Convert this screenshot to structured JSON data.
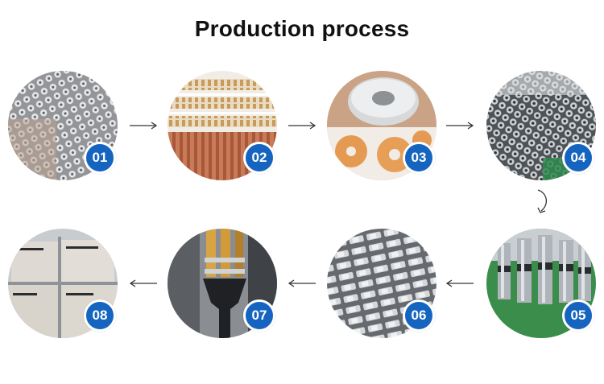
{
  "title": "Production process",
  "accent_color": "#1565c0",
  "steps": [
    {
      "number": "01",
      "photo": "machined-rods-pile"
    },
    {
      "number": "02",
      "photo": "parts-in-trays"
    },
    {
      "number": "03",
      "photo": "metal-discs"
    },
    {
      "number": "04",
      "photo": "machined-rods-rows"
    },
    {
      "number": "05",
      "photo": "assembled-horns"
    },
    {
      "number": "06",
      "photo": "packed-transducers"
    },
    {
      "number": "07",
      "photo": "transducer-with-horn"
    },
    {
      "number": "08",
      "photo": "shipping-boxes"
    }
  ]
}
